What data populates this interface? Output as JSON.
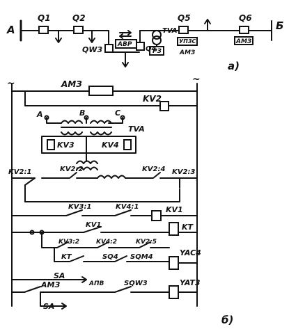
{
  "part_a": {
    "label": "а)",
    "bus_left": "А",
    "bus_right": "Б",
    "breakers": {
      "q1": "Q1",
      "q2": "Q2",
      "q5": "Q5",
      "q6": "Q6",
      "qw3": "QW3",
      "q4": "Q4"
    },
    "devices": {
      "avr": "АВР",
      "tv": "TVA",
      "upz": "УПЗС",
      "amz": "АМЗ",
      "amz_box": "АМЗ",
      "rz": "РЗ"
    }
  },
  "part_b": {
    "label": "б)",
    "supply": {
      "left": "~",
      "right": "~"
    },
    "phases": {
      "a": "A",
      "b": "B",
      "c": "C"
    },
    "relays": {
      "amz": "АМЗ",
      "kv2": "KV2",
      "tv": "TVA",
      "kv3": "KV3",
      "kv4": "KV4",
      "kv1": "KV1",
      "kt": "KT"
    },
    "contacts": {
      "kv2_1": "KV2:1",
      "kv2_2": "KV2:2",
      "kv2_3": "KV2:3",
      "kv2_4": "KV2:4",
      "kv3_1": "KV3:1",
      "kv4_1": "KV4:1",
      "kv1": "KV1",
      "kv3_2": "KV3:2",
      "kv4_2": "KV4:2",
      "kv2_5": "KV2:5",
      "kt": "KT",
      "sq4": "SQ4",
      "sqm4": "SQM4",
      "sa": "SA",
      "apv": "АПВ",
      "amz2": "АМЗ",
      "sqw3": "SQW3",
      "sa2": "SA"
    },
    "coils": {
      "yac4": "YAC4",
      "yat3": "YAT3"
    }
  }
}
